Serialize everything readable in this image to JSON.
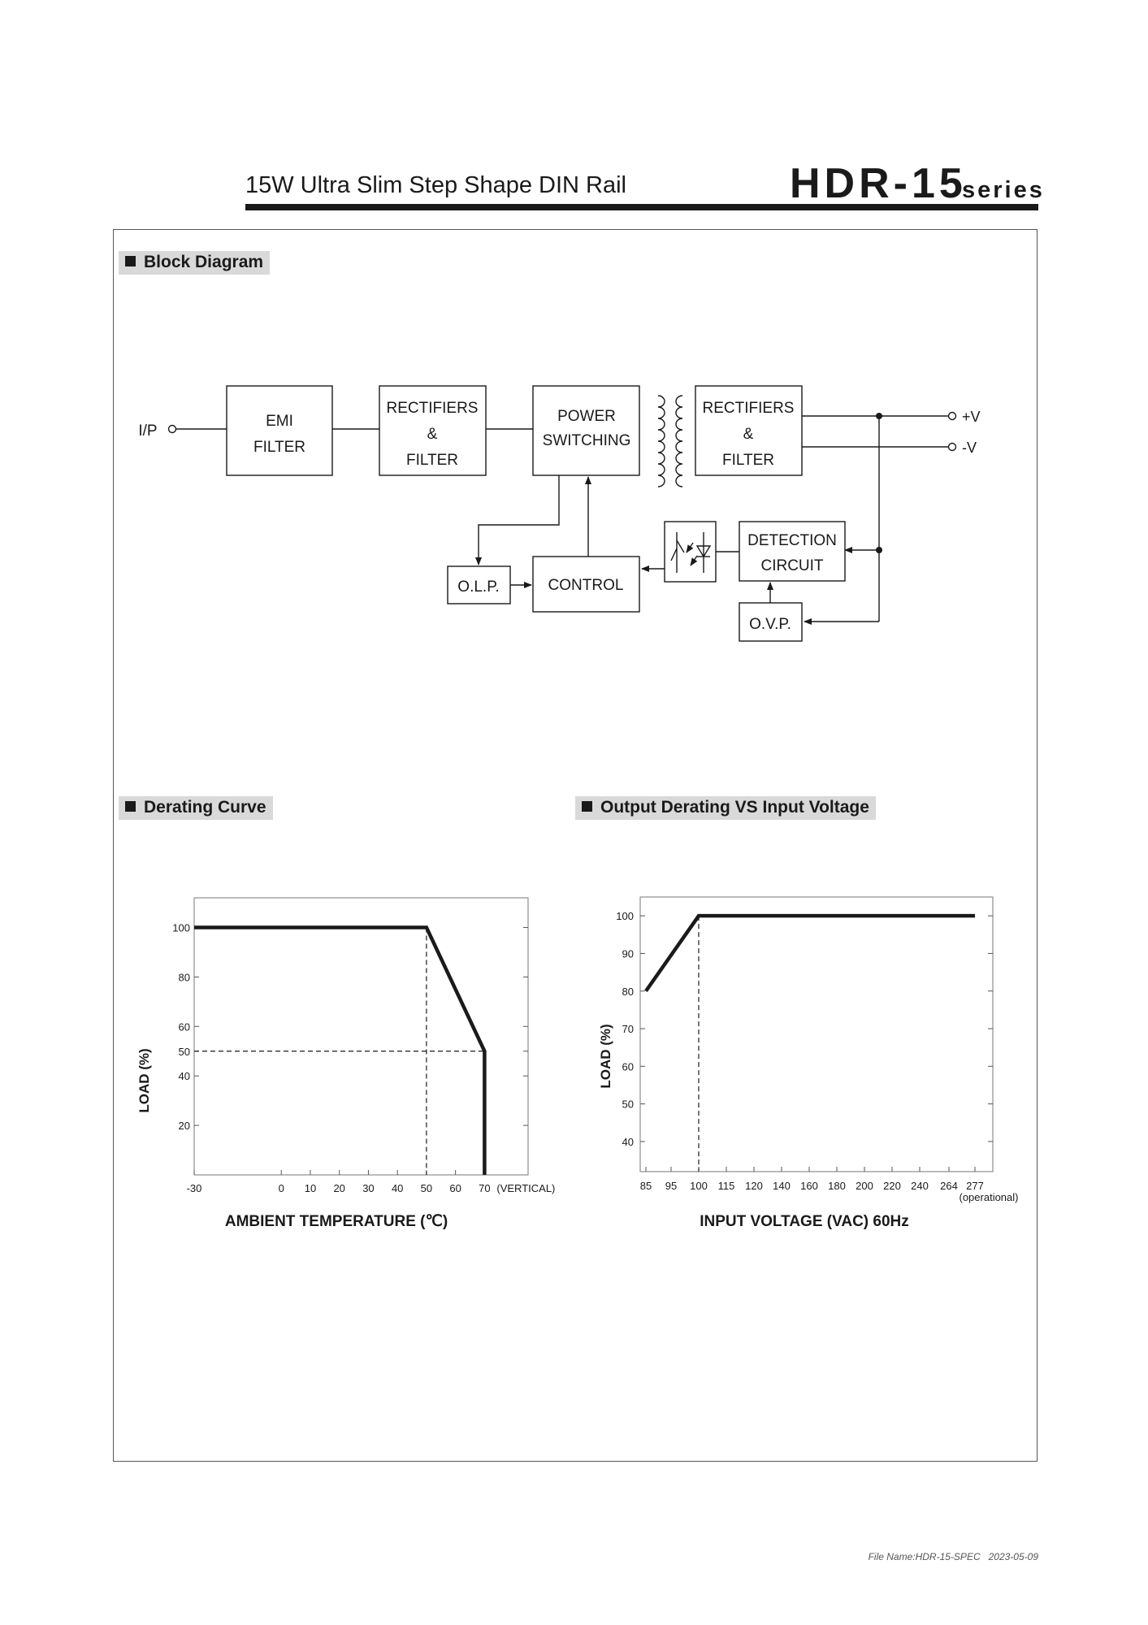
{
  "header": {
    "subtitle": "15W  Ultra Slim Step Shape DIN Rail",
    "model": "HDR-15",
    "series": "series"
  },
  "sections": {
    "block_diagram": "Block Diagram",
    "derating_curve": "Derating Curve",
    "output_derating": "Output Derating VS Input Voltage"
  },
  "block_diagram": {
    "input_label": "I/P",
    "emi_filter": [
      "EMI",
      "FILTER"
    ],
    "rectifiers_primary": [
      "RECTIFIERS",
      "&",
      "FILTER"
    ],
    "power_switching": [
      "POWER",
      "SWITCHING"
    ],
    "rectifiers_secondary": [
      "RECTIFIERS",
      "&",
      "FILTER"
    ],
    "olp": "O.L.P.",
    "control": "CONTROL",
    "detection": [
      "DETECTION",
      "CIRCUIT"
    ],
    "ovp": "O.V.P.",
    "out_pos": "+V",
    "out_neg": "-V"
  },
  "chart_data": [
    {
      "type": "line",
      "xlabel": "AMBIENT TEMPERATURE (℃)",
      "ylabel": "LOAD (%)",
      "x_ticks": [
        "-30",
        "0",
        "10",
        "20",
        "30",
        "40",
        "50",
        "60",
        "70"
      ],
      "x_tick_suffix": "(VERTICAL)",
      "y_ticks": [
        "20",
        "40",
        "50",
        "60",
        "80",
        "100"
      ],
      "xlim": [
        -30,
        85
      ],
      "ylim": [
        0,
        112
      ],
      "series": [
        {
          "x": [
            -30,
            50,
            70,
            70
          ],
          "y": [
            100,
            100,
            50,
            0
          ]
        }
      ],
      "reference_lines": [
        {
          "from": [
            50,
            100
          ],
          "to": [
            50,
            0
          ]
        },
        {
          "from": [
            -30,
            50
          ],
          "to": [
            70,
            50
          ]
        }
      ]
    },
    {
      "type": "line",
      "xlabel": "INPUT VOLTAGE (VAC) 60Hz",
      "ylabel": "LOAD (%)",
      "x_ticks": [
        "85",
        "95",
        "100",
        "115",
        "120",
        "140",
        "160",
        "180",
        "200",
        "220",
        "240",
        "264",
        "277"
      ],
      "x_tick_note": "(operational)",
      "y_ticks": [
        "40",
        "50",
        "60",
        "70",
        "80",
        "90",
        "100"
      ],
      "ylim": [
        32,
        105
      ],
      "series": [
        {
          "x": [
            "85",
            "100",
            "277"
          ],
          "y": [
            80,
            100,
            100
          ]
        }
      ],
      "reference_lines": [
        {
          "from": [
            "100",
            100
          ],
          "to": [
            "100",
            32
          ]
        }
      ]
    }
  ]
}
